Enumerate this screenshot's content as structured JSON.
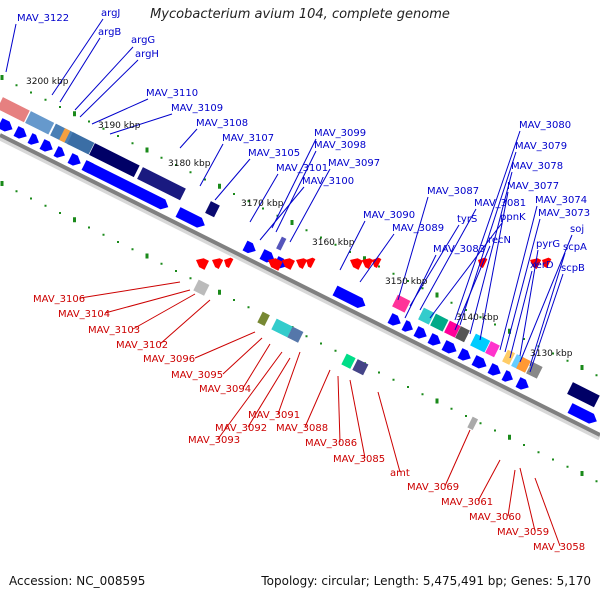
{
  "title": "Mycobacterium avium 104, complete genome",
  "accession": "Accession: NC_008595",
  "summary": "Topology: circular; Length: 5,475,491 bp; Genes: 5,170",
  "colors": {
    "plus_strand": "#0000ff",
    "minus_strand": "#ff0000",
    "upper_label": "#0000cc",
    "lower_label": "#cc0000",
    "backbone": "#808080",
    "ticks": "#1a8a1a"
  },
  "scale": [
    {
      "label": "3200 kbp"
    },
    {
      "label": "3190 kbp"
    },
    {
      "label": "3180 kbp"
    },
    {
      "label": "3170 kbp"
    },
    {
      "label": "3160 kbp"
    },
    {
      "label": "3150 kbp"
    },
    {
      "label": "3140 kbp"
    },
    {
      "label": "3130 kbp"
    }
  ],
  "upper_labels": [
    {
      "text": "MAV_3122"
    },
    {
      "text": "argJ"
    },
    {
      "text": "argB"
    },
    {
      "text": "argG"
    },
    {
      "text": "argH"
    },
    {
      "text": "MAV_3110"
    },
    {
      "text": "MAV_3109"
    },
    {
      "text": "MAV_3108"
    },
    {
      "text": "MAV_3107"
    },
    {
      "text": "MAV_3105"
    },
    {
      "text": "MAV_3101"
    },
    {
      "text": "MAV_3100"
    },
    {
      "text": "MAV_3099"
    },
    {
      "text": "MAV_3098"
    },
    {
      "text": "MAV_3097"
    },
    {
      "text": "MAV_3090"
    },
    {
      "text": "MAV_3089"
    },
    {
      "text": "MAV_3087"
    },
    {
      "text": "tyrS"
    },
    {
      "text": "MAV_3083"
    },
    {
      "text": "MAV_3081"
    },
    {
      "text": "ppnK"
    },
    {
      "text": "recN"
    },
    {
      "text": "MAV_3080"
    },
    {
      "text": "MAV_3079"
    },
    {
      "text": "MAV_3078"
    },
    {
      "text": "MAV_3077"
    },
    {
      "text": "MAV_3074"
    },
    {
      "text": "MAV_3073"
    },
    {
      "text": "soj"
    },
    {
      "text": "pyrG"
    },
    {
      "text": "scpA"
    },
    {
      "text": "xerD"
    },
    {
      "text": "scpB"
    }
  ],
  "lower_labels": [
    {
      "text": "MAV_3106"
    },
    {
      "text": "MAV_3104"
    },
    {
      "text": "MAV_3103"
    },
    {
      "text": "MAV_3102"
    },
    {
      "text": "MAV_3096"
    },
    {
      "text": "MAV_3095"
    },
    {
      "text": "MAV_3094"
    },
    {
      "text": "MAV_3091"
    },
    {
      "text": "MAV_3092"
    },
    {
      "text": "MAV_3093"
    },
    {
      "text": "MAV_3088"
    },
    {
      "text": "MAV_3086"
    },
    {
      "text": "MAV_3085"
    },
    {
      "text": "amt"
    },
    {
      "text": "MAV_3069"
    },
    {
      "text": "MAV_3061"
    },
    {
      "text": "MAV_3060"
    },
    {
      "text": "MAV_3059"
    },
    {
      "text": "MAV_3058"
    }
  ]
}
